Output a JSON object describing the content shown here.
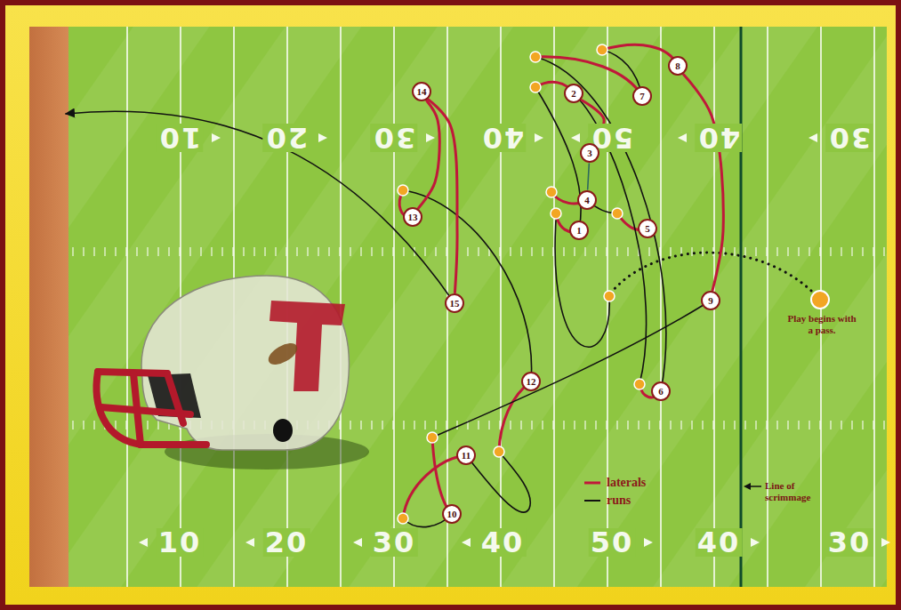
{
  "diagram": {
    "nodes": [
      {
        "text": [
          "1"
        ]
      },
      {
        "text": [
          "2"
        ]
      },
      {
        "text": [
          "3"
        ]
      },
      {
        "text": [
          "4"
        ]
      },
      {
        "text": [
          "5"
        ]
      },
      {
        "text": [
          "6"
        ]
      },
      {
        "text": [
          "7"
        ]
      },
      {
        "text": [
          "8"
        ]
      },
      {
        "text": [
          "9"
        ]
      },
      {
        "text": [
          "10"
        ]
      },
      {
        "text": [
          "11"
        ]
      },
      {
        "text": [
          "12"
        ]
      },
      {
        "text": [
          "13"
        ]
      },
      {
        "text": [
          "14"
        ]
      },
      {
        "text": [
          "15"
        ]
      }
    ],
    "edges": [
      {
        "from": 1,
        "to": 2,
        "arrow": "none"
      },
      {
        "from": 2,
        "to": 3,
        "arrow": "none"
      },
      {
        "from": 7,
        "to": 8,
        "arrow": "none"
      },
      {
        "from": 12,
        "to": 13,
        "arrow": "none"
      },
      {
        "from": 13,
        "to": 14,
        "arrow": "none"
      }
    ],
    "labels": [
      "10",
      "20",
      "30",
      "40",
      "50",
      "40",
      "30",
      "10",
      "20",
      "30",
      "40",
      "50",
      "40",
      "30",
      "Play begins with a pass.",
      "Line of scrimmage"
    ],
    "legend": [
      {
        "text": "laterals"
      },
      {
        "text": "runs"
      }
    ]
  }
}
